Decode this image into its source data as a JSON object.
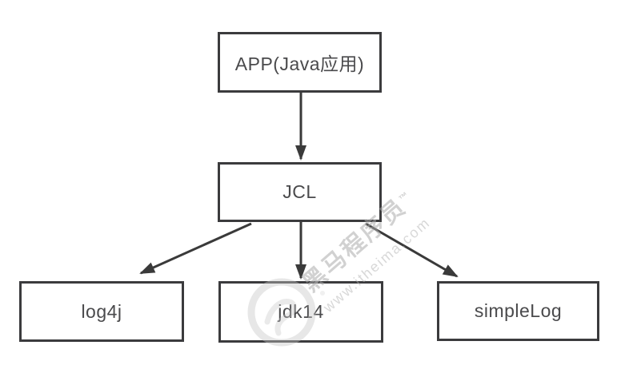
{
  "diagram": {
    "type": "flowchart",
    "nodes": {
      "app": {
        "label": "APP(Java应用)"
      },
      "jcl": {
        "label": "JCL"
      },
      "log4j": {
        "label": "log4j"
      },
      "jdk14": {
        "label": "jdk14"
      },
      "simplelog": {
        "label": "simpleLog"
      }
    },
    "edges": [
      {
        "from": "app",
        "to": "jcl"
      },
      {
        "from": "jcl",
        "to": "log4j"
      },
      {
        "from": "jcl",
        "to": "jdk14"
      },
      {
        "from": "jcl",
        "to": "simplelog"
      }
    ]
  },
  "watermark": {
    "brand": "黑马程序员",
    "trademark": "™",
    "url": "www.itheima.com"
  },
  "colors": {
    "border": "#3b3b3d",
    "arrow": "#3a3a3a",
    "text": "#4a4a4c",
    "watermark": "#acacac",
    "background": "#ffffff"
  }
}
